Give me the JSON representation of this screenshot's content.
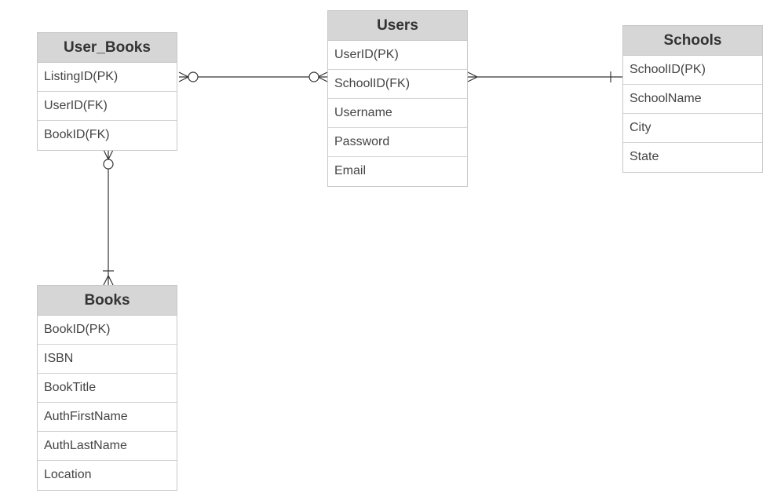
{
  "entities": [
    {
      "name": "User_Books",
      "fields": [
        "ListingID(PK)",
        "UserID(FK)",
        "BookID(FK)"
      ]
    },
    {
      "name": "Users",
      "fields": [
        "UserID(PK)",
        "SchoolID(FK)",
        "Username",
        "Password",
        "Email"
      ]
    },
    {
      "name": "Schools",
      "fields": [
        "SchoolID(PK)",
        "SchoolName",
        "City",
        "State"
      ]
    },
    {
      "name": "Books",
      "fields": [
        "BookID(PK)",
        "ISBN",
        "BookTitle",
        "AuthFirstName",
        "AuthLastName",
        "Location"
      ]
    }
  ],
  "relationships": [
    {
      "from": "User_Books",
      "from_cardinality": "zero-or-many",
      "to": "Users",
      "to_cardinality": "zero-or-many"
    },
    {
      "from": "Users",
      "from_cardinality": "many",
      "to": "Schools",
      "to_cardinality": "one"
    },
    {
      "from": "User_Books",
      "from_cardinality": "zero-or-many",
      "to": "Books",
      "to_cardinality": "one-or-many"
    }
  ],
  "colors": {
    "header_bg": "#d6d6d6",
    "border": "#c8c8c8",
    "line": "#333333",
    "text": "#444444"
  }
}
